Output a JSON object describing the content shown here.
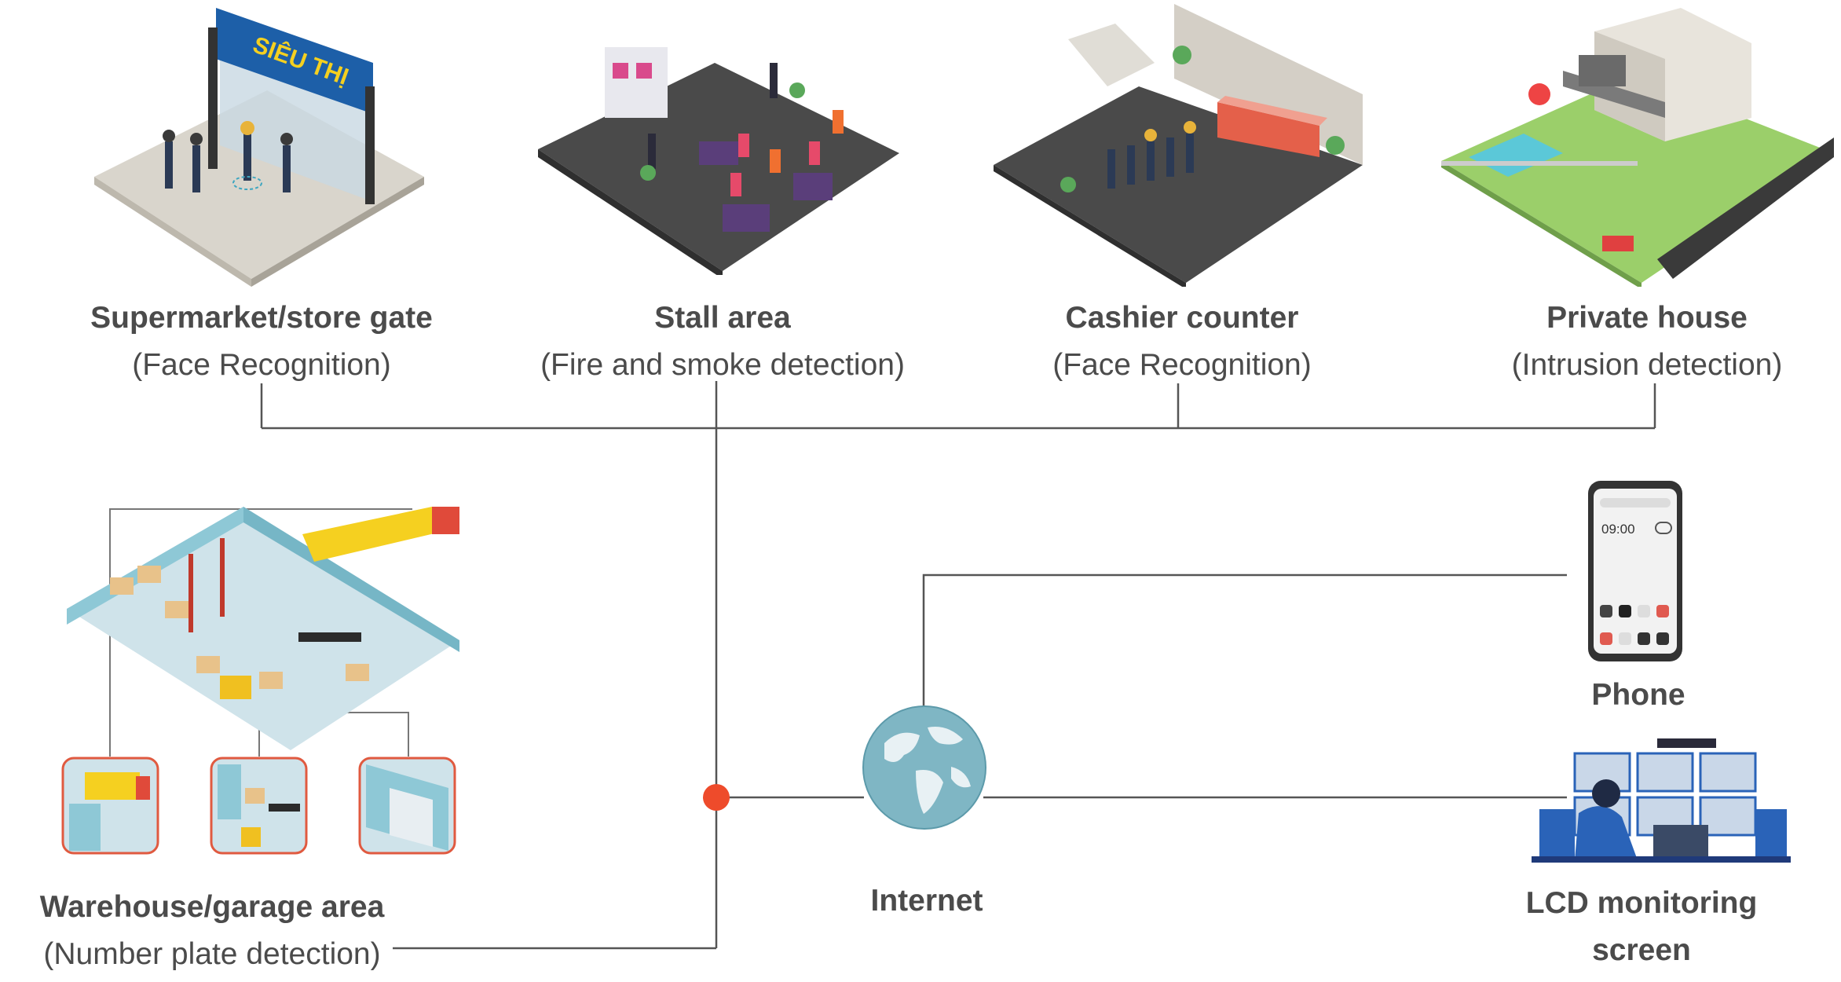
{
  "nodes": {
    "supermarket": {
      "title": "Supermarket/store gate",
      "subtitle": "(Face Recognition)",
      "sign_text": "SIÊU THỊ"
    },
    "stall": {
      "title": "Stall area",
      "subtitle": "(Fire and smoke detection)"
    },
    "cashier": {
      "title": "Cashier counter",
      "subtitle": "(Face Recognition)"
    },
    "house": {
      "title": "Private house",
      "subtitle": "(Intrusion detection)"
    },
    "warehouse": {
      "title": "Warehouse/garage area",
      "subtitle": "(Number plate detection)"
    },
    "internet": {
      "title": "Internet"
    },
    "phone": {
      "title": "Phone",
      "clock": "09:00"
    },
    "lcd": {
      "title_line1": "LCD monitoring",
      "title_line2": "screen"
    }
  },
  "colors": {
    "connector": "#555555",
    "hub": "#ee4b2b",
    "floor_dark": "#4a4a4a",
    "globe": "#7fb6c4",
    "teal": "#8ec8d6",
    "banner": "#1d5fa8",
    "monitor_blue": "#2a63b8"
  }
}
